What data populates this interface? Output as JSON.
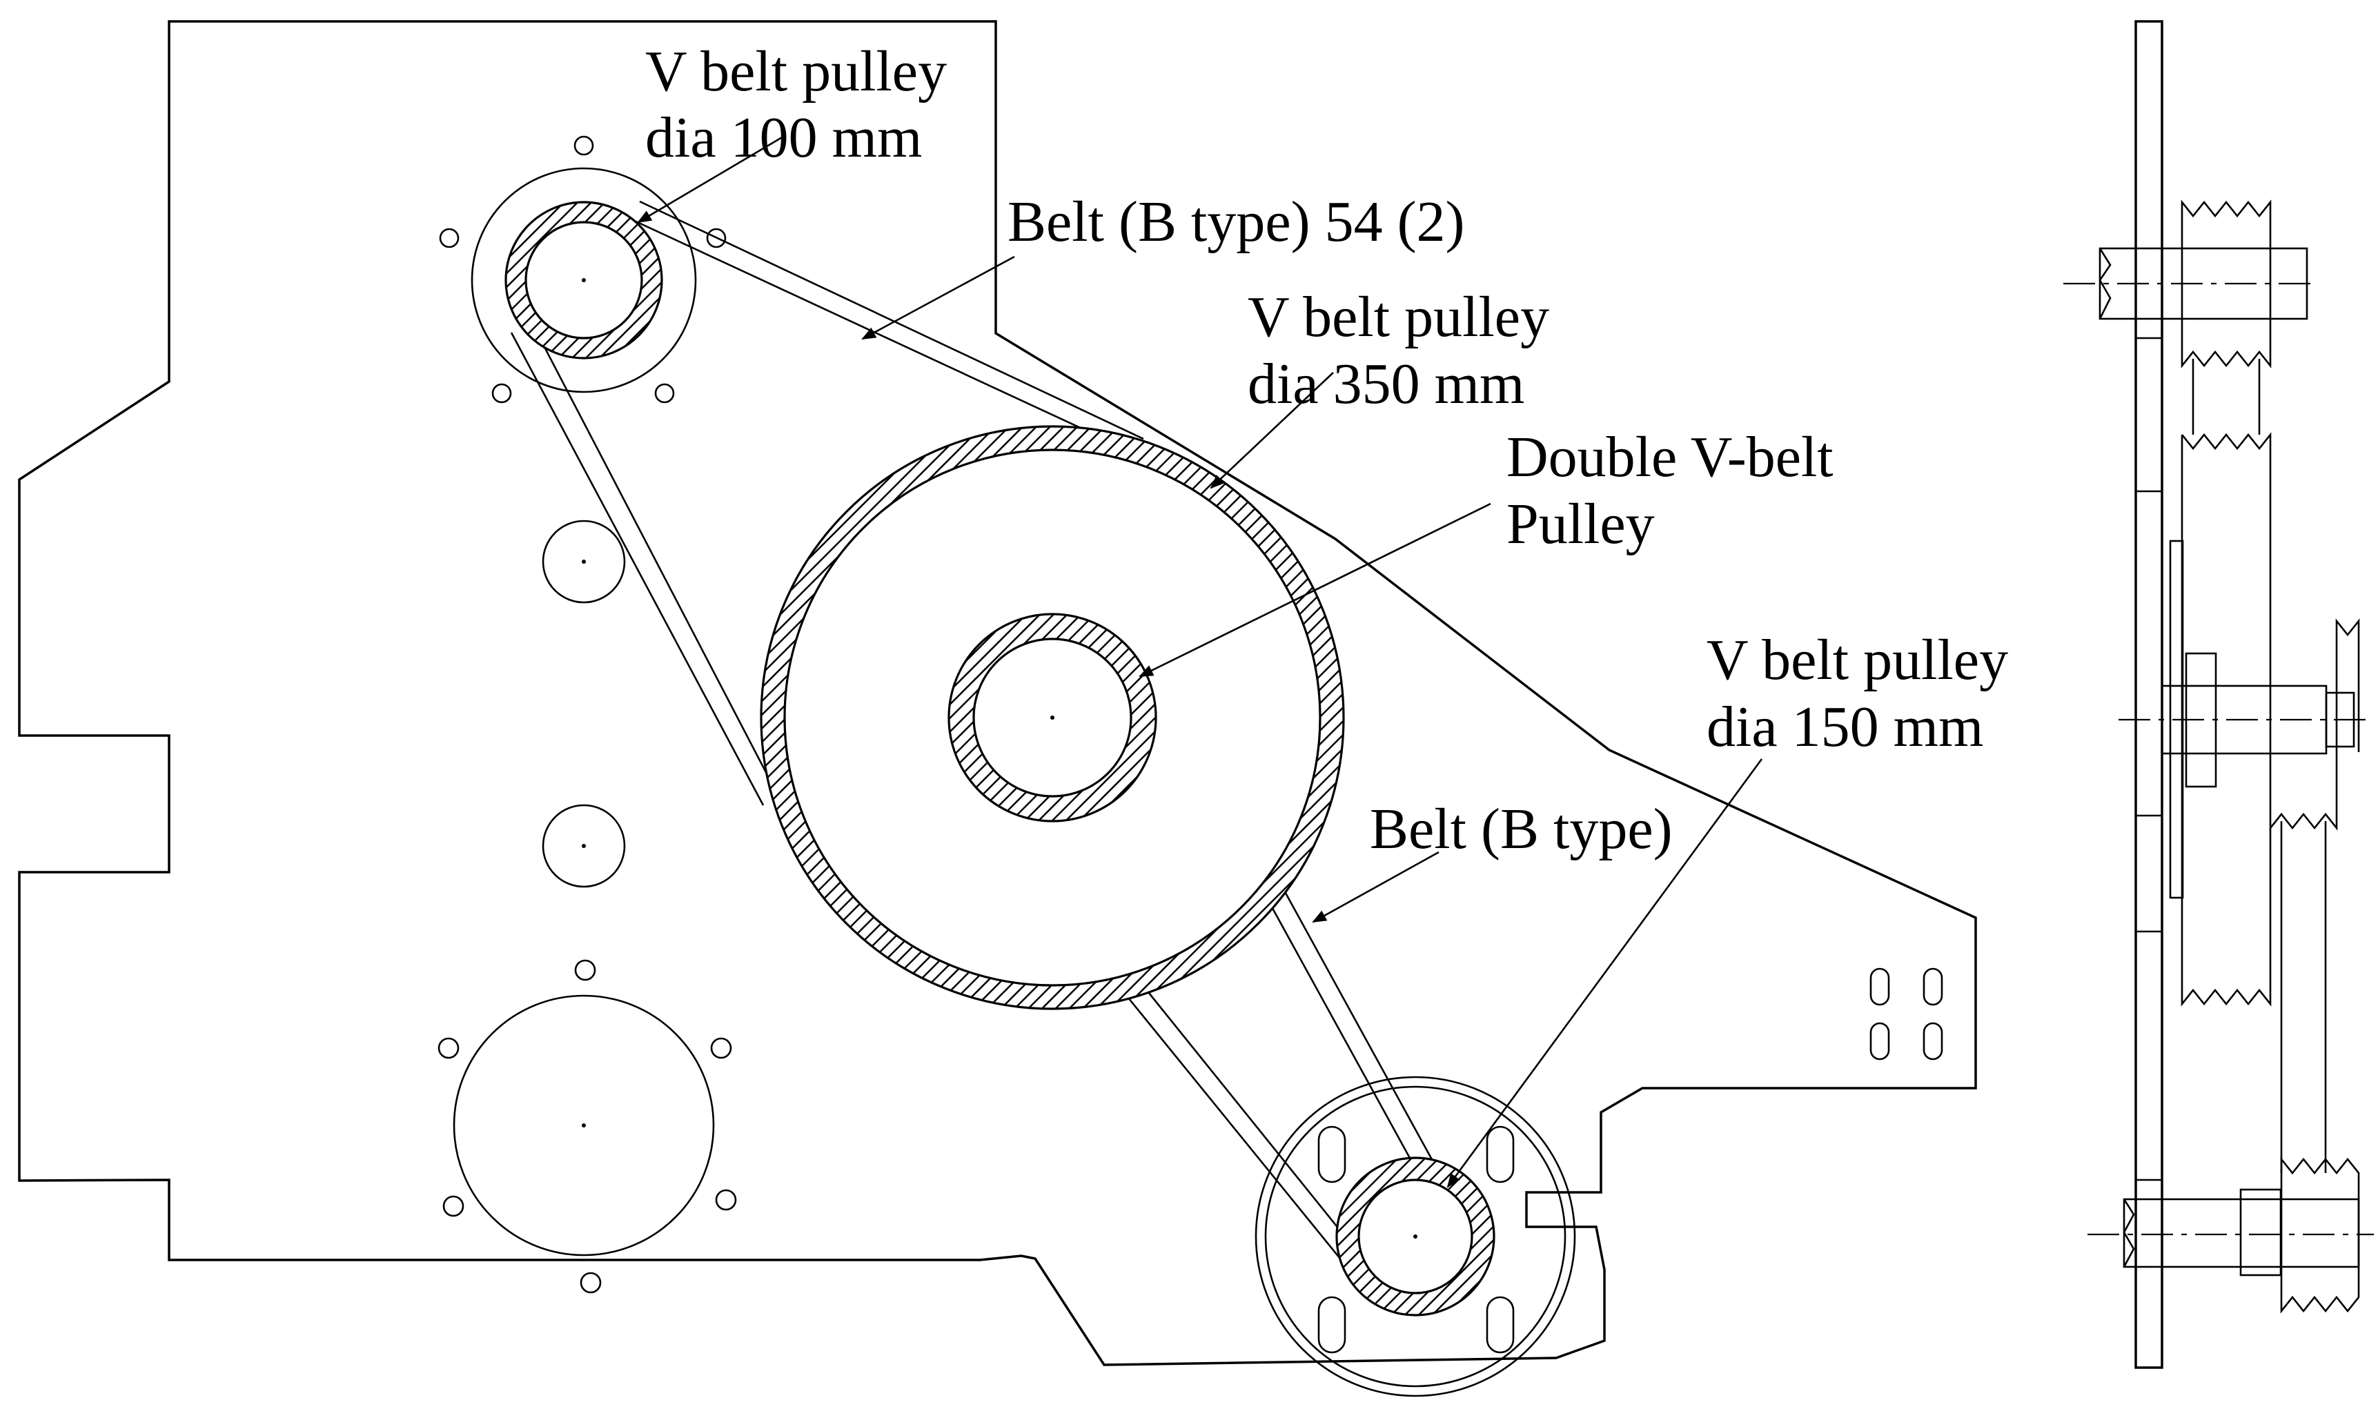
{
  "labels": {
    "pulley_100_line1": "V belt pulley",
    "pulley_100_line2": "dia 100 mm",
    "belt_top": "Belt (B type) 54 (2)",
    "pulley_350_line1": "V belt pulley",
    "pulley_350_line2": "dia 350 mm",
    "double_pulley_line1": "Double V-belt",
    "double_pulley_line2": "Pulley",
    "pulley_150_line1": "V belt pulley",
    "pulley_150_line2": "dia 150 mm",
    "belt_lower": "Belt (B type)"
  }
}
